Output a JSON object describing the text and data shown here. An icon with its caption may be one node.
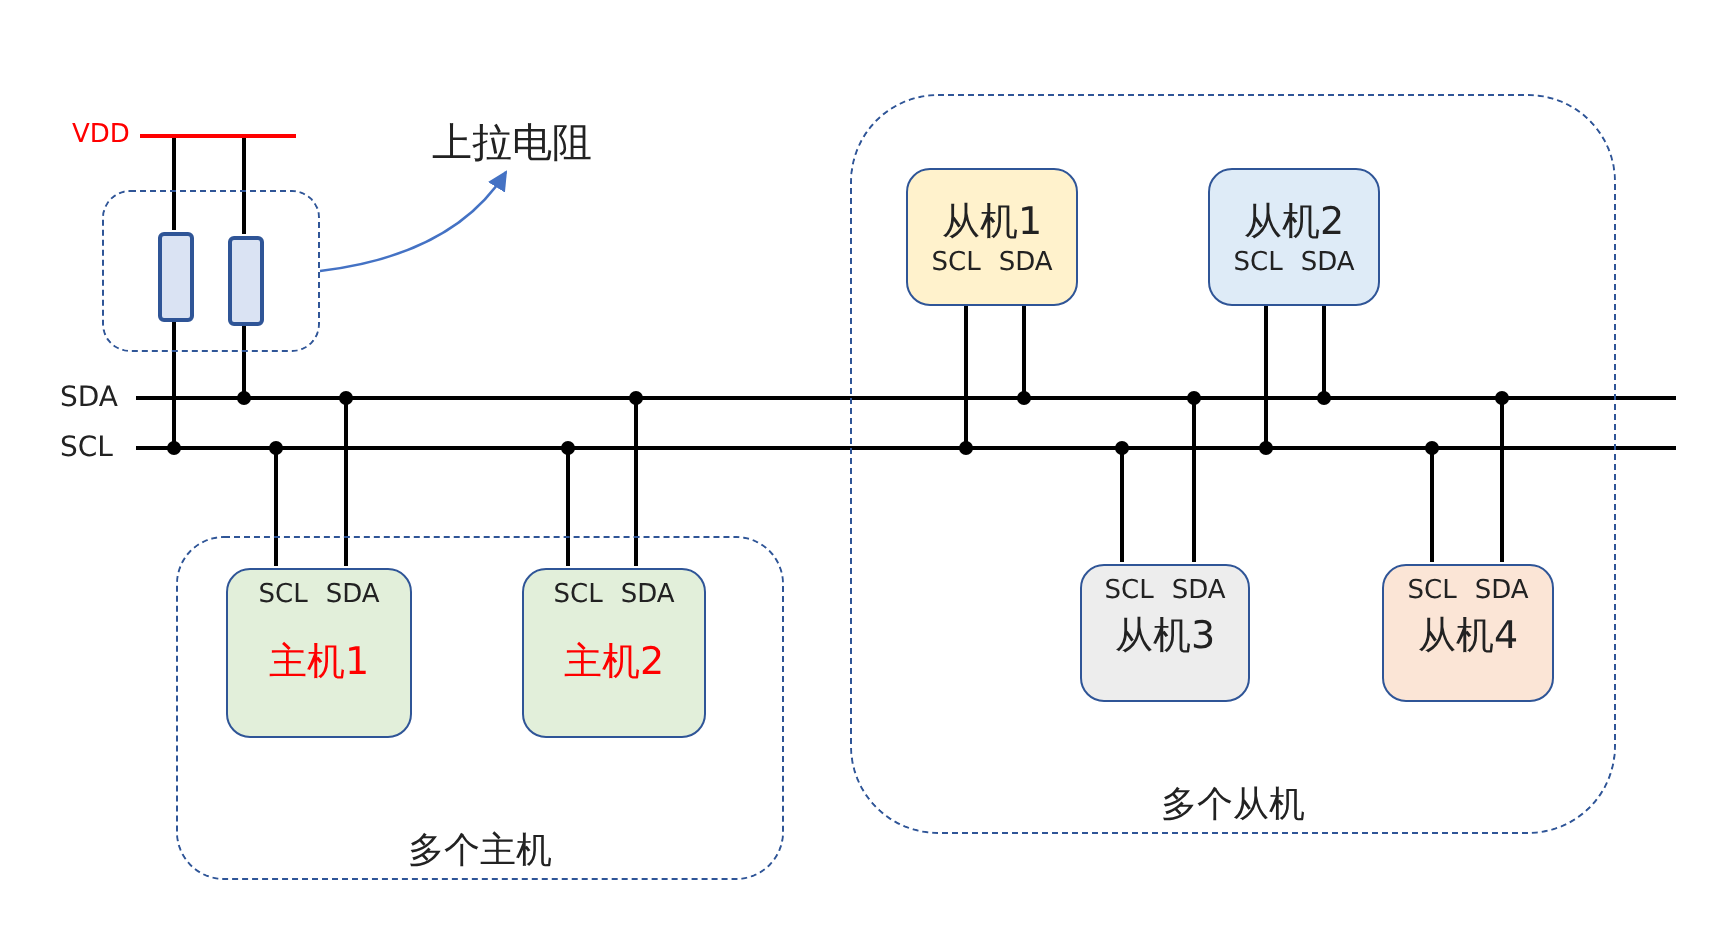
{
  "diagram": {
    "nodes": [
      {
        "text": [
          "VDD"
        ]
      },
      {
        "text": [
          "上拉电阻"
        ]
      },
      {
        "text": [],
        "shape": "box"
      },
      {
        "text": [],
        "shape": "bar",
        "in": 2
      },
      {
        "text": [],
        "shape": "bar",
        "in": 2
      },
      {
        "text": [
          "SDA"
        ]
      },
      {
        "text": [
          "SCL"
        ]
      },
      {
        "text": [
          "多个主机"
        ]
      },
      {
        "text": [
          "SCL",
          "SDA",
          "主机1"
        ],
        "in": 7
      },
      {
        "text": [
          "SCL",
          "SDA",
          "主机2"
        ],
        "in": 7
      },
      {
        "text": [
          "多个从机"
        ]
      },
      {
        "text": [
          "从机1",
          "SCL",
          "SDA"
        ],
        "in": 10
      },
      {
        "text": [
          "从机2",
          "SCL",
          "SDA"
        ],
        "in": 10
      },
      {
        "text": [
          "SCL",
          "SDA",
          "从机3"
        ],
        "in": 10
      },
      {
        "text": [
          "SCL",
          "SDA",
          "从机4"
        ],
        "in": 10
      }
    ],
    "edges": [
      {
        "from": 0,
        "to": 3,
        "arrow": "none"
      },
      {
        "from": 0,
        "to": 4,
        "arrow": "none"
      },
      {
        "from": 3,
        "to": 6,
        "arrow": "other"
      },
      {
        "from": 4,
        "to": 5,
        "arrow": "other"
      },
      {
        "from": 2,
        "to": 1,
        "arrow": "to",
        "color": "#4472c4"
      },
      {
        "from": 8,
        "to": 6,
        "arrow": "other"
      },
      {
        "from": 8,
        "to": 5,
        "arrow": "other"
      },
      {
        "from": 9,
        "to": 6,
        "arrow": "other"
      },
      {
        "from": 9,
        "to": 5,
        "arrow": "other"
      },
      {
        "from": 11,
        "to": 6,
        "arrow": "other"
      },
      {
        "from": 11,
        "to": 5,
        "arrow": "other"
      },
      {
        "from": 12,
        "to": 6,
        "arrow": "other"
      },
      {
        "from": 12,
        "to": 5,
        "arrow": "other"
      },
      {
        "from": 13,
        "to": 6,
        "arrow": "other"
      },
      {
        "from": 13,
        "to": 5,
        "arrow": "other"
      },
      {
        "from": 14,
        "to": 6,
        "arrow": "other"
      },
      {
        "from": 14,
        "to": 5,
        "arrow": "other"
      }
    ]
  }
}
